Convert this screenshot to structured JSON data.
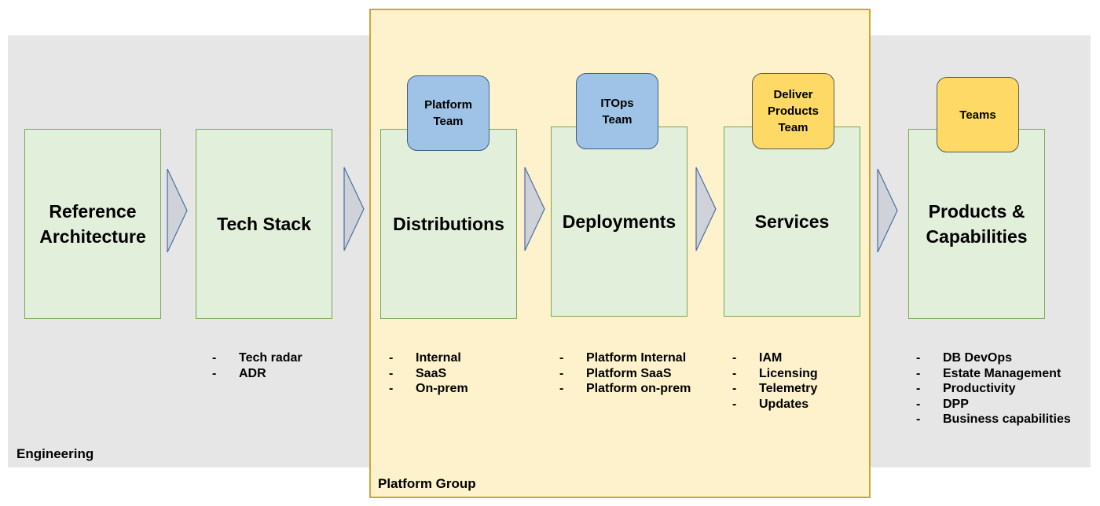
{
  "groups": {
    "engineering": "Engineering",
    "platform": "Platform Group"
  },
  "stages": [
    {
      "title": "Reference\nArchitecture"
    },
    {
      "title": "Tech Stack",
      "items": [
        "Tech radar",
        "ADR"
      ]
    },
    {
      "title": "Distributions",
      "team": "Platform\nTeam",
      "items": [
        "Internal",
        "SaaS",
        "On-prem"
      ]
    },
    {
      "title": "Deployments",
      "team": "ITOps\nTeam",
      "items": [
        "Platform Internal",
        "Platform SaaS",
        "Platform on-prem"
      ]
    },
    {
      "title": "Services",
      "team": "Deliver\nProducts\nTeam",
      "items": [
        "IAM",
        "Licensing",
        "Telemetry",
        "Updates"
      ]
    },
    {
      "title": "Products &\nCapabilities",
      "team": "Teams",
      "items": [
        "DB DevOps",
        "Estate Management",
        "Productivity",
        "DPP",
        "Business capabilities"
      ]
    }
  ],
  "colors": {
    "engineering_band": "#e6e6e6",
    "platform_group": "#fdf2cc",
    "stage_fill": "#e2efda",
    "team_platform": "#9fc3e6",
    "team_delivery": "#fed966",
    "arrow_fill": "#cfd3d9"
  },
  "icons": {
    "arrow": "chevron-right-arrow"
  }
}
